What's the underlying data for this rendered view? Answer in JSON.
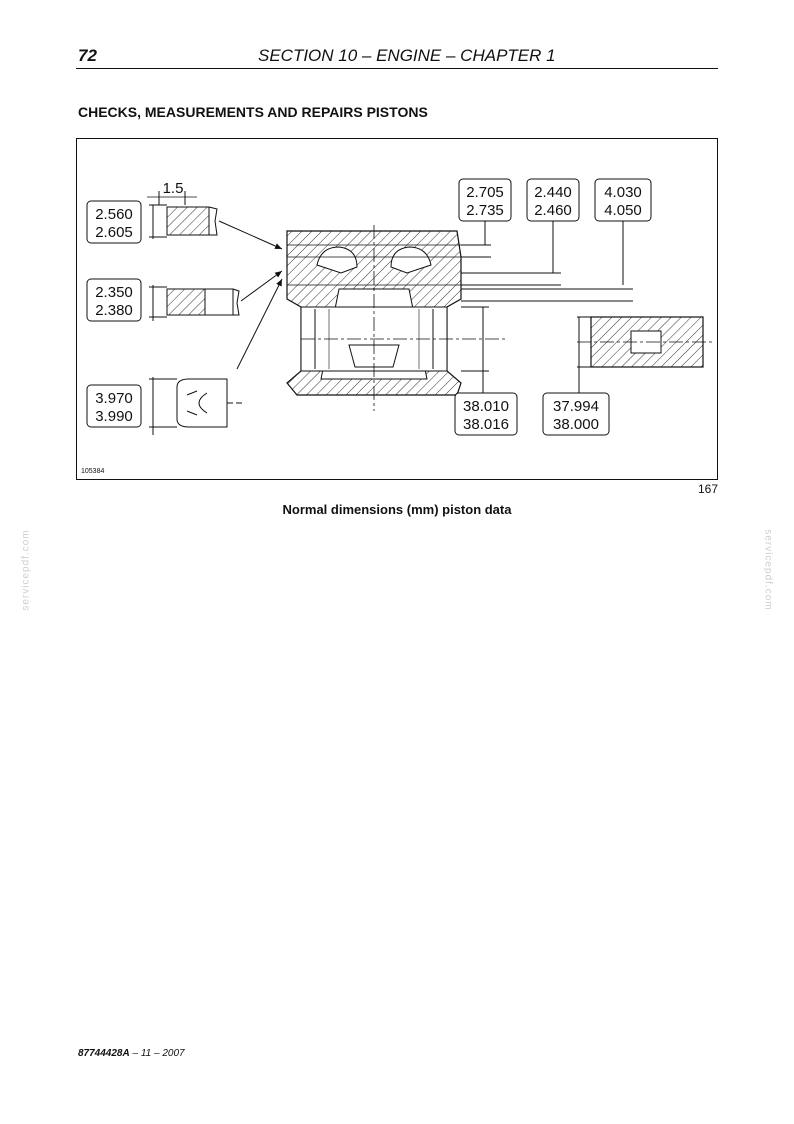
{
  "header": {
    "page_number": "72",
    "title": "SECTION 10 – ENGINE – CHAPTER 1"
  },
  "heading": "CHECKS, MEASUREMENTS AND REPAIRS  PISTONS",
  "figure": {
    "image_code": "105384",
    "figure_number": "167",
    "caption": "Normal dimensions (mm) piston data",
    "dimensions": {
      "ring_step": "1.5",
      "ring1": [
        "2.560",
        "2.605"
      ],
      "ring2": [
        "2.350",
        "2.380"
      ],
      "ring3": [
        "3.970",
        "3.990"
      ],
      "groove1": [
        "2.705",
        "2.735"
      ],
      "groove2": [
        "2.440",
        "2.460"
      ],
      "groove3": [
        "4.030",
        "4.050"
      ],
      "pin_bore": [
        "38.010",
        "38.016"
      ],
      "pin": [
        "37.994",
        "38.000"
      ]
    }
  },
  "watermark": "servicepdf.com",
  "footer": {
    "doc_code": "87744428A",
    "date_suffix": " – 11 – 2007"
  }
}
